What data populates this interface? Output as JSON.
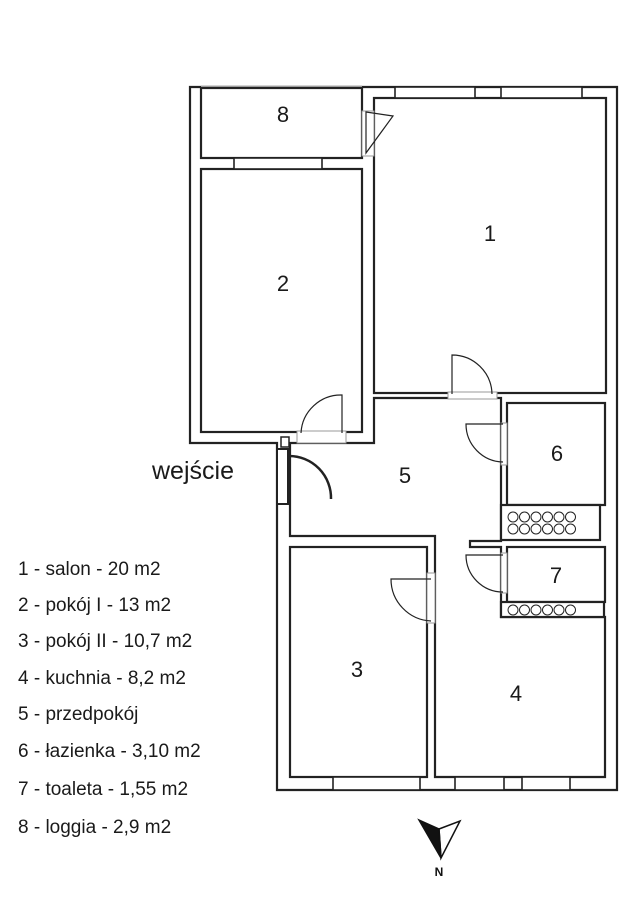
{
  "plan": {
    "rooms": [
      {
        "number": "1"
      },
      {
        "number": "2"
      },
      {
        "number": "3"
      },
      {
        "number": "4"
      },
      {
        "number": "5"
      },
      {
        "number": "6"
      },
      {
        "number": "7"
      },
      {
        "number": "8"
      }
    ],
    "entrance_label": "wejście",
    "compass_label": "N"
  },
  "legend": [
    "1 - salon - 20 m2",
    "2 - pokój I - 13 m2",
    "3 - pokój II - 10,7 m2",
    "4 - kuchnia - 8,2 m2",
    "5 - przedpokój",
    "6 - łazienka - 3,10 m2",
    "7 - toaleta - 1,55 m2",
    "8 - loggia - 2,9 m2"
  ]
}
